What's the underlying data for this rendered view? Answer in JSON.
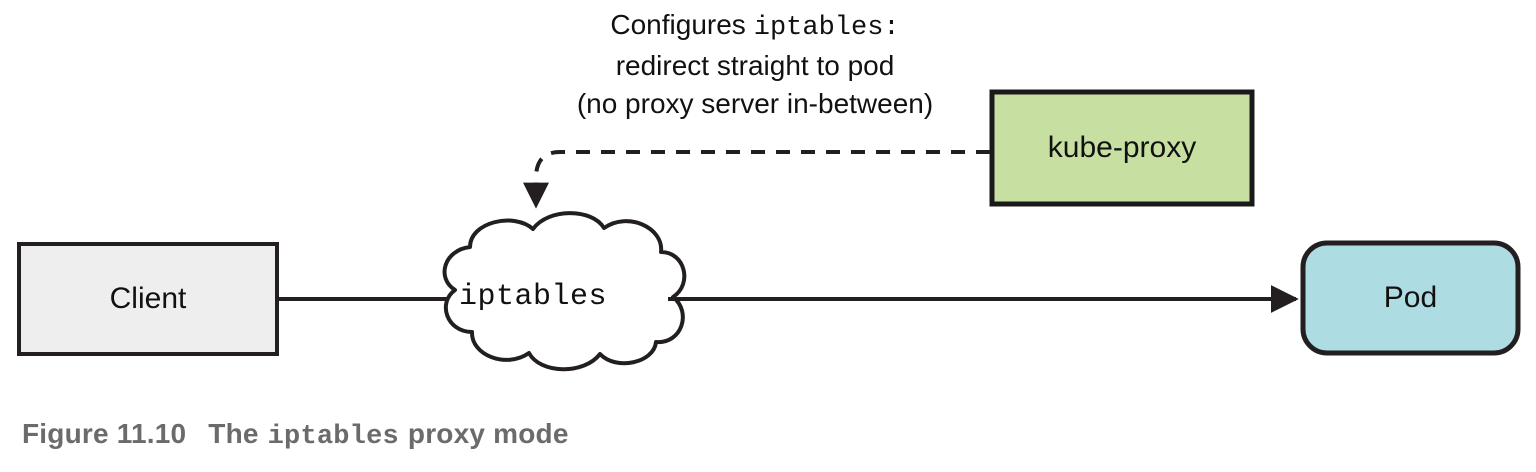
{
  "figure": {
    "caption_prefix": "Figure 11.10",
    "caption_the": "The",
    "caption_mono": "iptables",
    "caption_suffix": "proxy mode",
    "caption_color": "#6b6b6b"
  },
  "annotation": {
    "line1_text": "Configures",
    "line1_mono": "iptables:",
    "line2": "redirect straight to pod",
    "line3": "(no proxy server in-between)"
  },
  "nodes": {
    "client": {
      "label": "Client",
      "fill": "#eeeeee",
      "stroke": "#231f20"
    },
    "iptables_cloud": {
      "label": "iptables",
      "fill": "#ffffff",
      "stroke": "#231f20"
    },
    "kube_proxy": {
      "label": "kube-proxy",
      "fill": "#c8dfa2",
      "stroke": "#1a1a1a"
    },
    "pod": {
      "label": "Pod",
      "fill": "#aedce3",
      "stroke": "#231f20"
    }
  },
  "connectors": {
    "client_to_cloud": {
      "style": "solid",
      "arrow": false
    },
    "cloud_to_pod": {
      "style": "solid",
      "arrow": true
    },
    "kubeproxy_to_cloud": {
      "style": "dashed",
      "arrow": true
    }
  }
}
